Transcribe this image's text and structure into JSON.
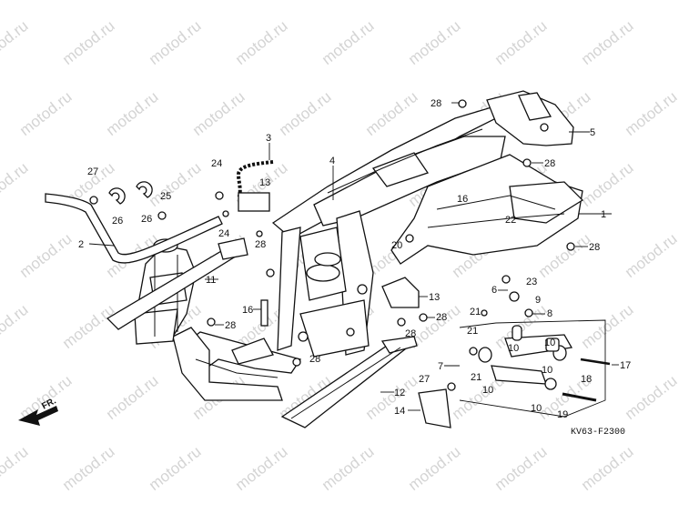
{
  "watermark": "motod.ru",
  "diagram_code": "KV63-F2300",
  "front_indicator": "FR.",
  "callouts": [
    "1",
    "2",
    "3",
    "4",
    "5",
    "6",
    "7",
    "8",
    "9",
    "10",
    "11",
    "12",
    "13",
    "14",
    "16",
    "17",
    "18",
    "19",
    "20",
    "21",
    "22",
    "23",
    "24",
    "25",
    "26",
    "27",
    "28"
  ]
}
